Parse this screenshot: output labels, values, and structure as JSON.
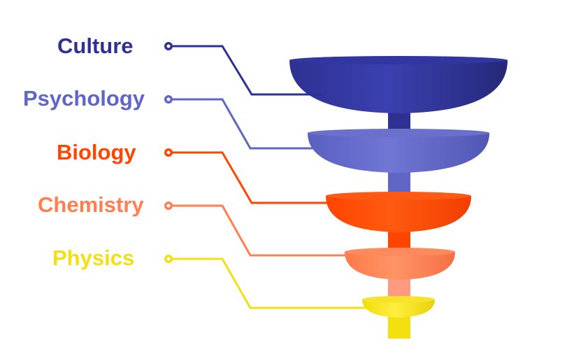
{
  "diagram": {
    "levels": [
      {
        "id": "culture",
        "label": "Culture",
        "color": "#2E3192",
        "light": "#3E44B4"
      },
      {
        "id": "psychology",
        "label": "Psychology",
        "color": "#6066C6",
        "light": "#7A80D8"
      },
      {
        "id": "biology",
        "label": "Biology",
        "color": "#FF4500",
        "light": "#FF6A22"
      },
      {
        "id": "chemistry",
        "label": "Chemistry",
        "color": "#FF7F50",
        "light": "#FF9A70"
      },
      {
        "id": "physics",
        "label": "Physics",
        "color": "#F4E010",
        "light": "#FFF04A"
      }
    ]
  }
}
